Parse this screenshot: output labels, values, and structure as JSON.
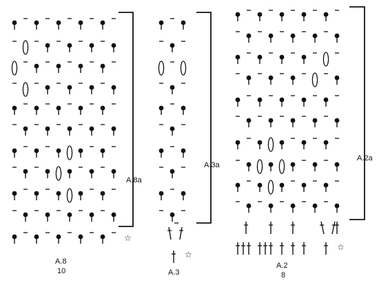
{
  "diagrams": [
    {
      "id": "A.8",
      "name": "A.8",
      "count": "10",
      "repeat_label": "A.8a",
      "star": "☆"
    },
    {
      "id": "A.3",
      "name": "A.3",
      "count": "",
      "repeat_label": "A.3a",
      "star": "☆"
    },
    {
      "id": "A.2",
      "name": "A.2",
      "count": "8",
      "repeat_label": "A.2a",
      "star": "☆"
    }
  ],
  "symbols": {
    "dot": "filled dot with stem (dc)",
    "bar": "short dash (ch)",
    "oval": "open oval (picot / puff)",
    "cross": "cross stitch (tr)"
  },
  "colors": {
    "ink": "#111111",
    "background": "#ffffff"
  }
}
